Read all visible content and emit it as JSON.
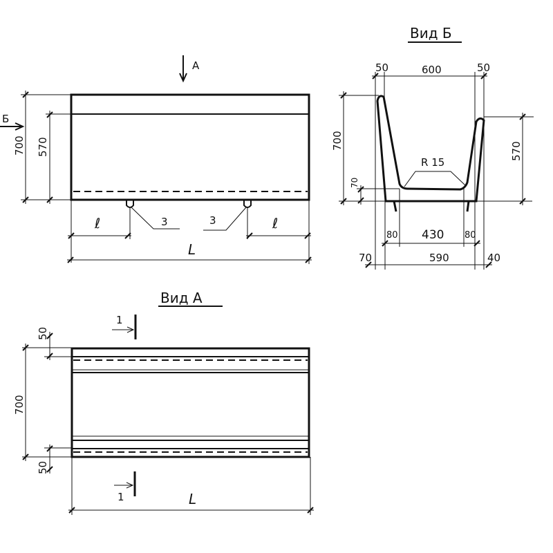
{
  "front_view": {
    "view_a_marker": "A",
    "view_b_marker": "Б",
    "dim_height_total": "700",
    "dim_height_inner": "570",
    "callout_left": "3",
    "callout_right": "3",
    "dim_l_left": "ℓ",
    "dim_l_right": "ℓ",
    "dim_length": "L"
  },
  "view_b": {
    "title": "Вид Б",
    "dim_top_left": "50",
    "dim_top_mid": "600",
    "dim_top_right": "50",
    "dim_height_total": "700",
    "dim_height_right": "570",
    "dim_floor": "70",
    "radius": "R 15",
    "dim_bottom_left_80": "80",
    "dim_bottom_mid": "430",
    "dim_bottom_right_80": "80",
    "dim_base_left": "70",
    "dim_base_mid": "590",
    "dim_base_right": "40"
  },
  "view_a": {
    "title": "Вид А",
    "section_top": "1",
    "section_bottom": "1",
    "dim_top_50": "50",
    "dim_height": "700",
    "dim_bottom_50": "50",
    "dim_length": "L"
  }
}
